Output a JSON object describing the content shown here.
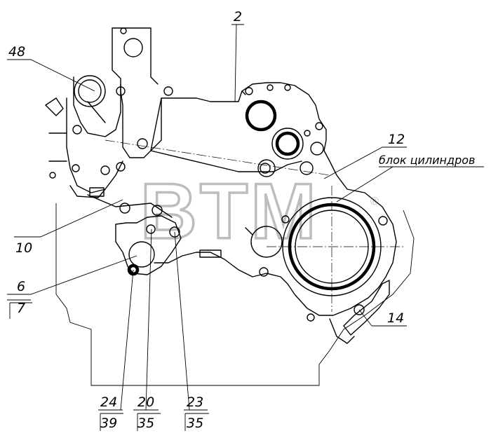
{
  "labels": {
    "part_2": "2",
    "part_48": "48",
    "part_12": "12",
    "cylinder_block": "блок цилиндров",
    "part_10": "10",
    "part_6": "6",
    "part_7": "7",
    "part_14": "14",
    "part_24": "24",
    "part_39": "39",
    "part_20": "20",
    "part_35_a": "35",
    "part_23": "23",
    "part_35_b": "35"
  },
  "watermark": {
    "text": "BTM",
    "mark": "®"
  }
}
